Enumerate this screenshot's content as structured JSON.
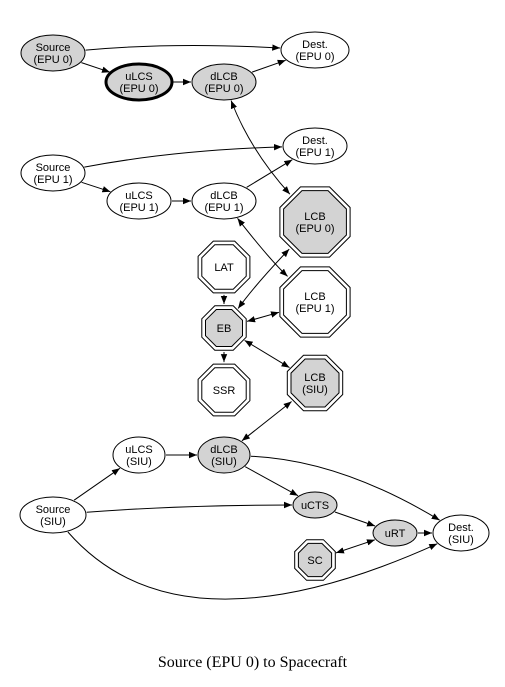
{
  "colors": {
    "filled": "#d3d3d3",
    "plain": "#ffffff",
    "stroke": "#000000"
  },
  "caption": "Source (EPU 0) to Spacecraft",
  "nodes": {
    "src_epu0": {
      "shape": "ellipse",
      "filled": true,
      "bold": false,
      "lines": [
        "Source",
        "(EPU 0)"
      ]
    },
    "dest_epu0": {
      "shape": "ellipse",
      "filled": false,
      "bold": false,
      "lines": [
        "Dest.",
        "(EPU 0)"
      ]
    },
    "ulcs_epu0": {
      "shape": "ellipse",
      "filled": true,
      "bold": true,
      "lines": [
        "uLCS",
        "(EPU 0)"
      ]
    },
    "dlcb_epu0": {
      "shape": "ellipse",
      "filled": true,
      "bold": false,
      "lines": [
        "dLCB",
        "(EPU 0)"
      ]
    },
    "src_epu1": {
      "shape": "ellipse",
      "filled": false,
      "bold": false,
      "lines": [
        "Source",
        "(EPU 1)"
      ]
    },
    "dest_epu1": {
      "shape": "ellipse",
      "filled": false,
      "bold": false,
      "lines": [
        "Dest.",
        "(EPU 1)"
      ]
    },
    "ulcs_epu1": {
      "shape": "ellipse",
      "filled": false,
      "bold": false,
      "lines": [
        "uLCS",
        "(EPU 1)"
      ]
    },
    "dlcb_epu1": {
      "shape": "ellipse",
      "filled": false,
      "bold": false,
      "lines": [
        "dLCB",
        "(EPU 1)"
      ]
    },
    "lcb_epu0": {
      "shape": "doubleoctagon",
      "filled": true,
      "bold": false,
      "lines": [
        "LCB",
        "(EPU 0)"
      ]
    },
    "lat": {
      "shape": "doubleoctagon",
      "filled": false,
      "bold": false,
      "lines": [
        "LAT"
      ]
    },
    "lcb_epu1": {
      "shape": "doubleoctagon",
      "filled": false,
      "bold": false,
      "lines": [
        "LCB",
        "(EPU 1)"
      ]
    },
    "eb": {
      "shape": "doubleoctagon",
      "filled": true,
      "bold": false,
      "lines": [
        "EB"
      ]
    },
    "ssr": {
      "shape": "doubleoctagon",
      "filled": false,
      "bold": false,
      "lines": [
        "SSR"
      ]
    },
    "lcb_siu": {
      "shape": "doubleoctagon",
      "filled": true,
      "bold": false,
      "lines": [
        "LCB",
        "(SIU)"
      ]
    },
    "ulcs_siu": {
      "shape": "ellipse",
      "filled": false,
      "bold": false,
      "lines": [
        "uLCS",
        "(SIU)"
      ]
    },
    "dlcb_siu": {
      "shape": "ellipse",
      "filled": true,
      "bold": false,
      "lines": [
        "dLCB",
        "(SIU)"
      ]
    },
    "src_siu": {
      "shape": "ellipse",
      "filled": false,
      "bold": false,
      "lines": [
        "Source",
        "(SIU)"
      ]
    },
    "ucts": {
      "shape": "ellipse",
      "filled": true,
      "bold": false,
      "lines": [
        "uCTS"
      ]
    },
    "urt": {
      "shape": "ellipse",
      "filled": true,
      "bold": false,
      "lines": [
        "uRT"
      ]
    },
    "dest_siu": {
      "shape": "ellipse",
      "filled": false,
      "bold": false,
      "lines": [
        "Dest.",
        "(SIU)"
      ]
    },
    "sc": {
      "shape": "doubleoctagon",
      "filled": true,
      "bold": false,
      "lines": [
        "SC"
      ]
    }
  },
  "edges": [
    {
      "from": "src_epu0",
      "to": "dest_epu0",
      "dir": "forward",
      "bold": false
    },
    {
      "from": "src_epu0",
      "to": "ulcs_epu0",
      "dir": "forward",
      "bold": true
    },
    {
      "from": "ulcs_epu0",
      "to": "dlcb_epu0",
      "dir": "forward",
      "bold": true
    },
    {
      "from": "dlcb_epu0",
      "to": "dest_epu0",
      "dir": "forward",
      "bold": false
    },
    {
      "from": "dlcb_epu0",
      "to": "lcb_epu0",
      "dir": "both",
      "bold": false
    },
    {
      "from": "src_epu1",
      "to": "dest_epu1",
      "dir": "forward",
      "bold": false
    },
    {
      "from": "src_epu1",
      "to": "ulcs_epu1",
      "dir": "forward",
      "bold": false
    },
    {
      "from": "ulcs_epu1",
      "to": "dlcb_epu1",
      "dir": "forward",
      "bold": false
    },
    {
      "from": "dlcb_epu1",
      "to": "dest_epu1",
      "dir": "forward",
      "bold": false
    },
    {
      "from": "dlcb_epu1",
      "to": "lcb_epu1",
      "dir": "both",
      "bold": false
    },
    {
      "from": "lat",
      "to": "eb",
      "dir": "forward",
      "bold": false
    },
    {
      "from": "lcb_epu0",
      "to": "eb",
      "dir": "both",
      "bold": false
    },
    {
      "from": "lcb_epu1",
      "to": "eb",
      "dir": "both",
      "bold": false
    },
    {
      "from": "eb",
      "to": "ssr",
      "dir": "forward",
      "bold": false
    },
    {
      "from": "eb",
      "to": "lcb_siu",
      "dir": "both",
      "bold": false
    },
    {
      "from": "lcb_siu",
      "to": "dlcb_siu",
      "dir": "both",
      "bold": false
    },
    {
      "from": "src_siu",
      "to": "ulcs_siu",
      "dir": "forward",
      "bold": false
    },
    {
      "from": "ulcs_siu",
      "to": "dlcb_siu",
      "dir": "forward",
      "bold": false
    },
    {
      "from": "dlcb_siu",
      "to": "ucts",
      "dir": "forward",
      "bold": false
    },
    {
      "from": "dlcb_siu",
      "to": "dest_siu",
      "dir": "forward",
      "bold": false
    },
    {
      "from": "src_siu",
      "to": "ucts",
      "dir": "forward",
      "bold": false
    },
    {
      "from": "src_siu",
      "to": "dest_siu",
      "dir": "forward",
      "bold": false
    },
    {
      "from": "ucts",
      "to": "urt",
      "dir": "forward",
      "bold": false
    },
    {
      "from": "urt",
      "to": "dest_siu",
      "dir": "forward",
      "bold": false
    },
    {
      "from": "sc",
      "to": "urt",
      "dir": "both",
      "bold": false
    }
  ]
}
